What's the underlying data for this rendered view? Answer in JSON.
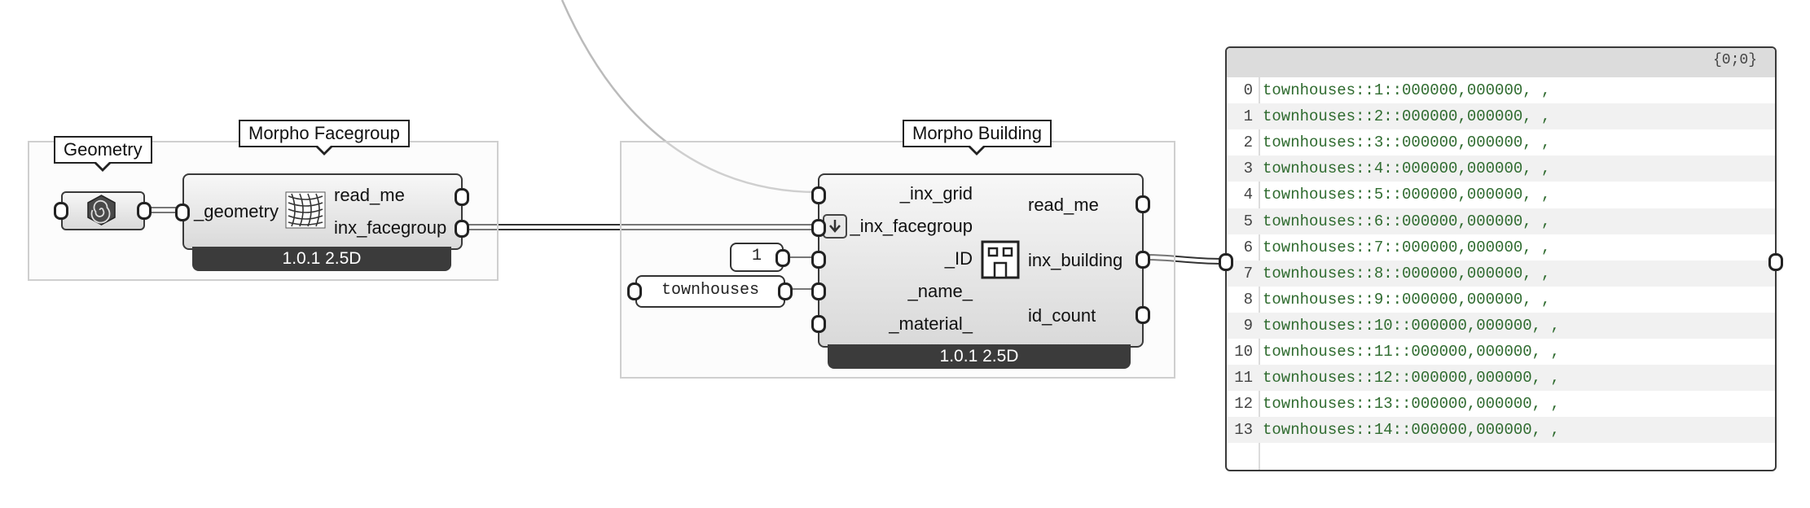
{
  "canvas": {
    "background": "#ffffff",
    "wire_color": "#333333",
    "curve_color": "#bbbbbb"
  },
  "geometry_param": {
    "tag": "Geometry",
    "icon": "geometry-param-icon"
  },
  "facegroup": {
    "tag": "Morpho Facegroup",
    "inputs": [
      "_geometry"
    ],
    "outputs": [
      "read_me",
      "inx_facegroup"
    ],
    "version": "1.0.1 2.5D",
    "icon": "facegroup-mesh-icon"
  },
  "building": {
    "tag": "Morpho Building",
    "inputs": [
      "_inx_grid",
      "_inx_facegroup",
      "_ID",
      "_name_",
      "_material_"
    ],
    "outputs": [
      "read_me",
      "inx_building",
      "id_count"
    ],
    "version": "1.0.1 2.5D",
    "icon": "building-icon",
    "flatten_icon": "flatten-arrow-icon"
  },
  "id_panel": {
    "value": "1"
  },
  "name_panel": {
    "value": "townhouses"
  },
  "output_panel": {
    "path": "{0;0}",
    "rows": [
      {
        "index": "0",
        "value": "townhouses::1::000000,000000, ,"
      },
      {
        "index": "1",
        "value": "townhouses::2::000000,000000, ,"
      },
      {
        "index": "2",
        "value": "townhouses::3::000000,000000, ,"
      },
      {
        "index": "3",
        "value": "townhouses::4::000000,000000, ,"
      },
      {
        "index": "4",
        "value": "townhouses::5::000000,000000, ,"
      },
      {
        "index": "5",
        "value": "townhouses::6::000000,000000, ,"
      },
      {
        "index": "6",
        "value": "townhouses::7::000000,000000, ,"
      },
      {
        "index": "7",
        "value": "townhouses::8::000000,000000, ,"
      },
      {
        "index": "8",
        "value": "townhouses::9::000000,000000, ,"
      },
      {
        "index": "9",
        "value": "townhouses::10::000000,000000, ,"
      },
      {
        "index": "10",
        "value": "townhouses::11::000000,000000, ,"
      },
      {
        "index": "11",
        "value": "townhouses::12::000000,000000, ,"
      },
      {
        "index": "12",
        "value": "townhouses::13::000000,000000, ,"
      },
      {
        "index": "13",
        "value": "townhouses::14::000000,000000, ,"
      }
    ]
  }
}
